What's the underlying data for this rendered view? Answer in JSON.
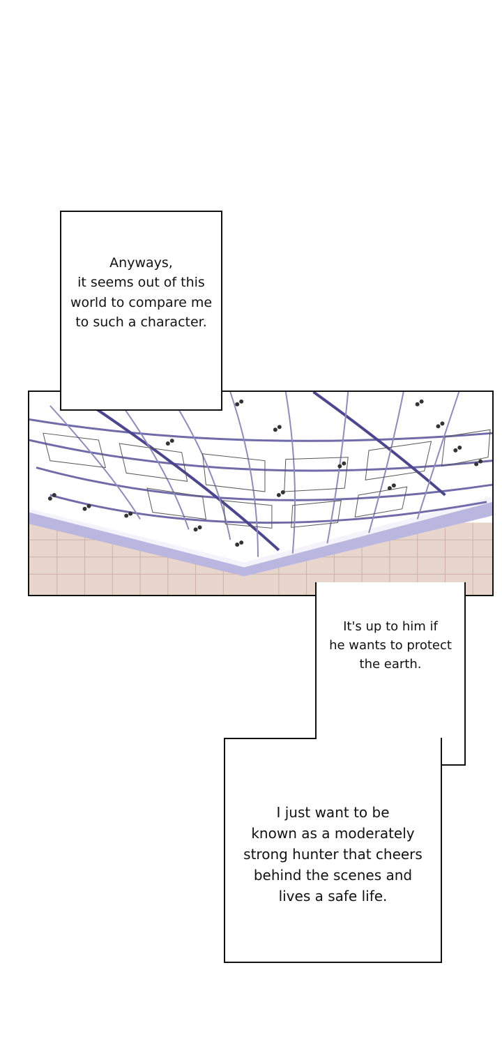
{
  "captions": {
    "first": "Anyways,\nit seems out of this\nworld to compare me\nto such a character.",
    "second": "It's up to him if\nhe wants to protect\nthe earth.",
    "third": "I just want to be\nknown as a moderately\nstrong hunter that cheers\nbehind the scenes and\nlives a safe life."
  },
  "colors": {
    "background": "#ffffff",
    "border": "#111111",
    "frame_lavender": "#8a86c4",
    "wall_tile": "#e6d2c8"
  }
}
